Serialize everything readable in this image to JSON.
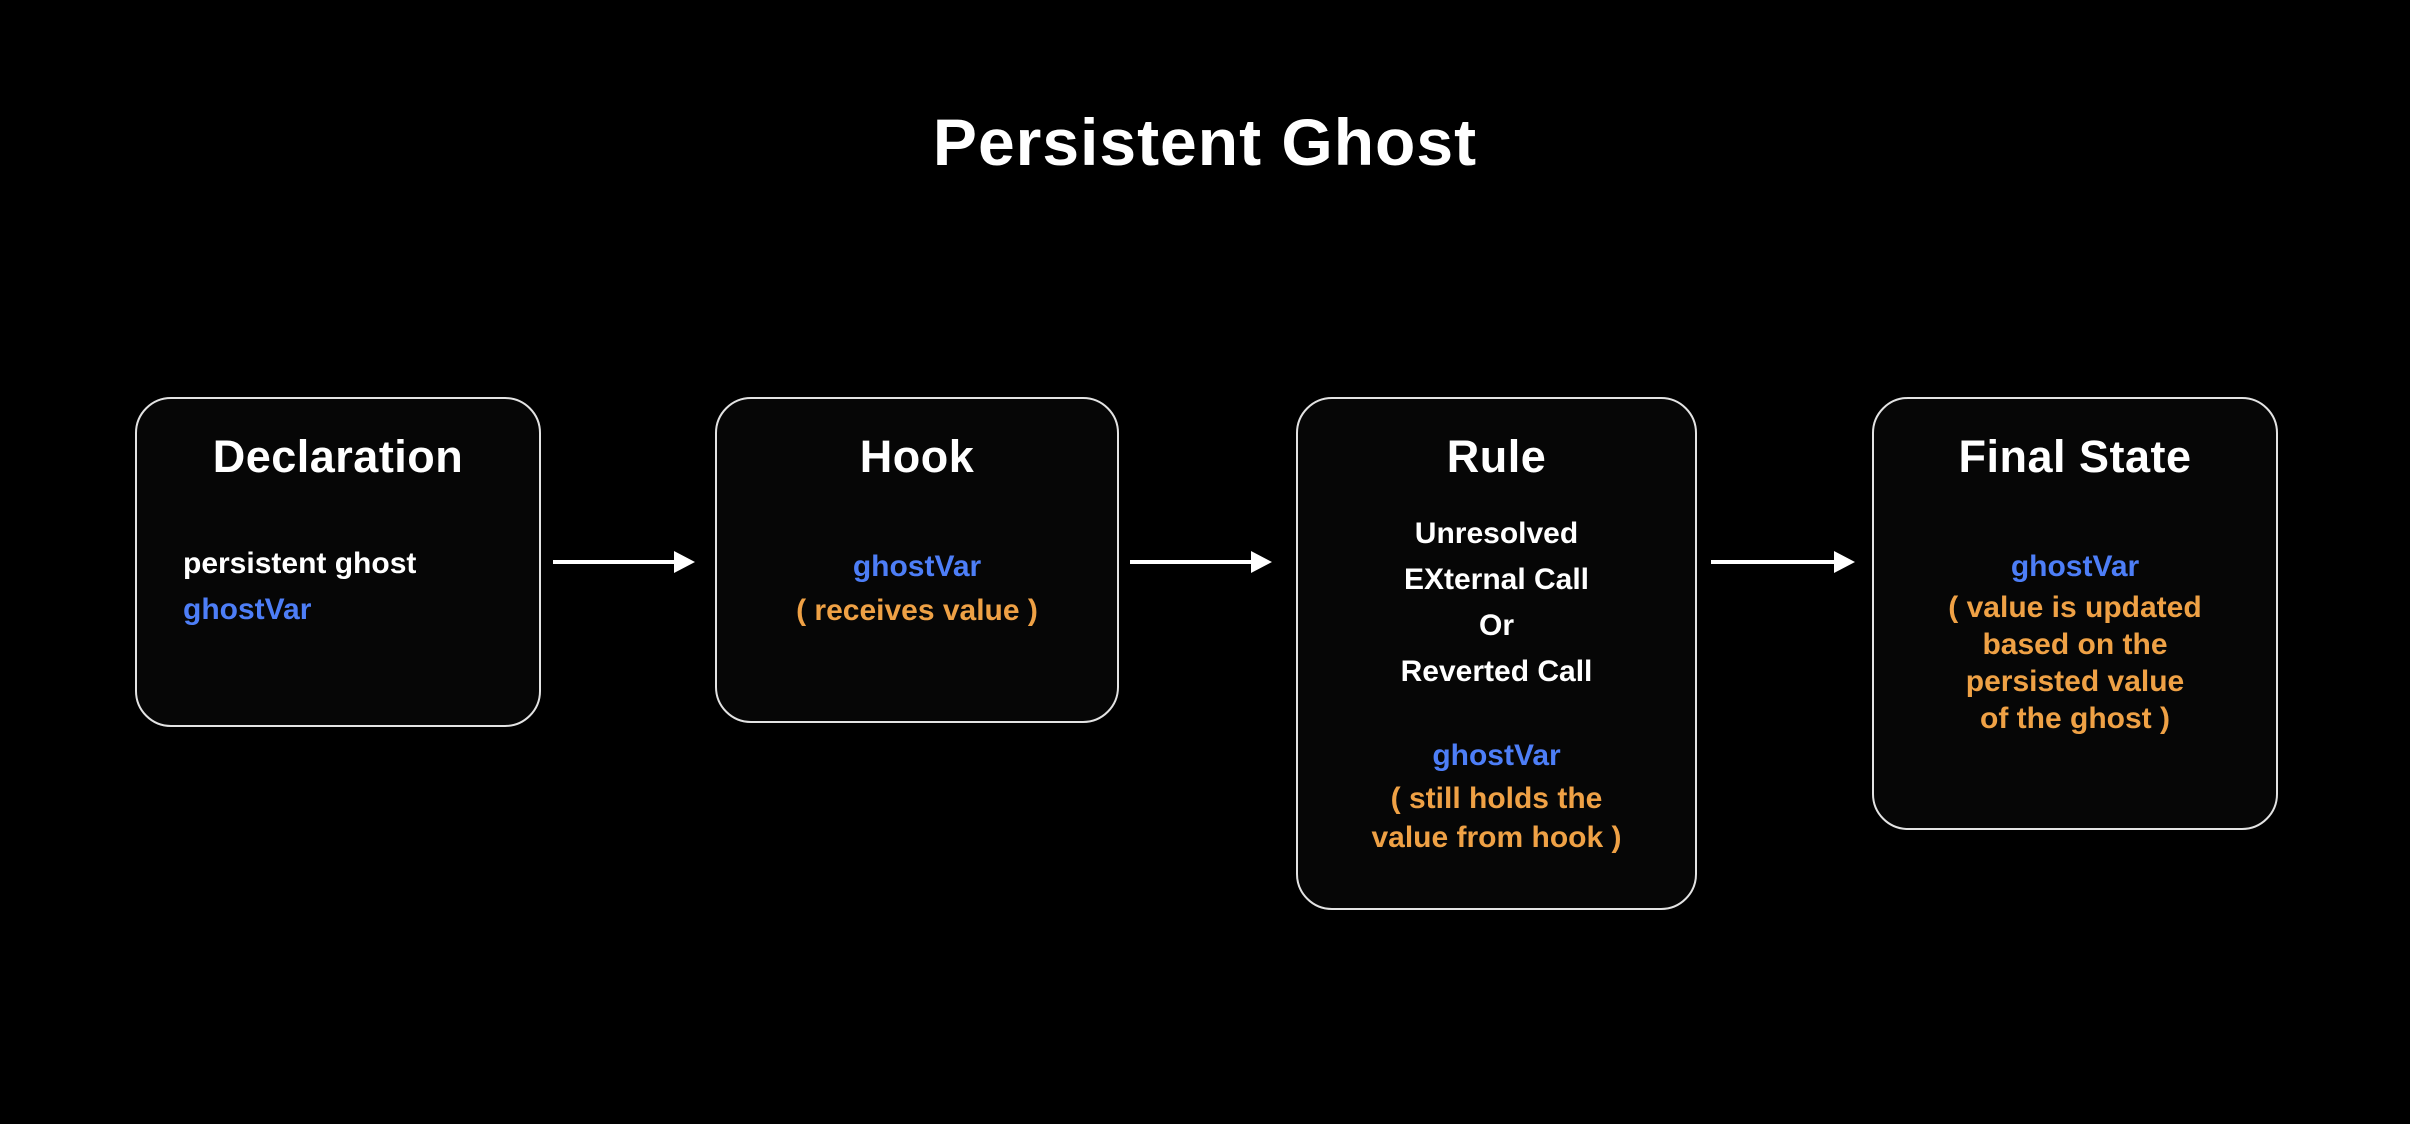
{
  "title": "Persistent Ghost",
  "colors": {
    "background": "#000000",
    "box_border": "#e3e3e3",
    "heading_text": "#ffffff",
    "body_text": "#ffffff",
    "variable_blue": "#4d7ef7",
    "annotation_orange": "#efa145",
    "arrow": "#ffffff"
  },
  "boxes": [
    {
      "id": "declaration",
      "heading": "Declaration",
      "lines": [
        {
          "text": "persistent ghost",
          "color": "white"
        },
        {
          "text": "ghostVar",
          "color": "blue"
        }
      ]
    },
    {
      "id": "hook",
      "heading": "Hook",
      "lines": [
        {
          "text": "ghostVar",
          "color": "blue"
        },
        {
          "text": "( receives value )",
          "color": "orange"
        }
      ]
    },
    {
      "id": "rule",
      "heading": "Rule",
      "lines": [
        {
          "text": "Unresolved",
          "color": "white"
        },
        {
          "text": "EXternal Call",
          "color": "white"
        },
        {
          "text": "Or",
          "color": "white"
        },
        {
          "text": "Reverted Call",
          "color": "white"
        },
        {
          "text": "ghostVar",
          "color": "blue"
        },
        {
          "text": "( still holds the",
          "color": "orange"
        },
        {
          "text": "value from hook )",
          "color": "orange"
        }
      ]
    },
    {
      "id": "final-state",
      "heading": "Final State",
      "lines": [
        {
          "text": "ghostVar",
          "color": "blue"
        },
        {
          "text": "( value is updated",
          "color": "orange"
        },
        {
          "text": "based on the",
          "color": "orange"
        },
        {
          "text": "persisted value",
          "color": "orange"
        },
        {
          "text": "of the ghost )",
          "color": "orange"
        }
      ]
    }
  ]
}
